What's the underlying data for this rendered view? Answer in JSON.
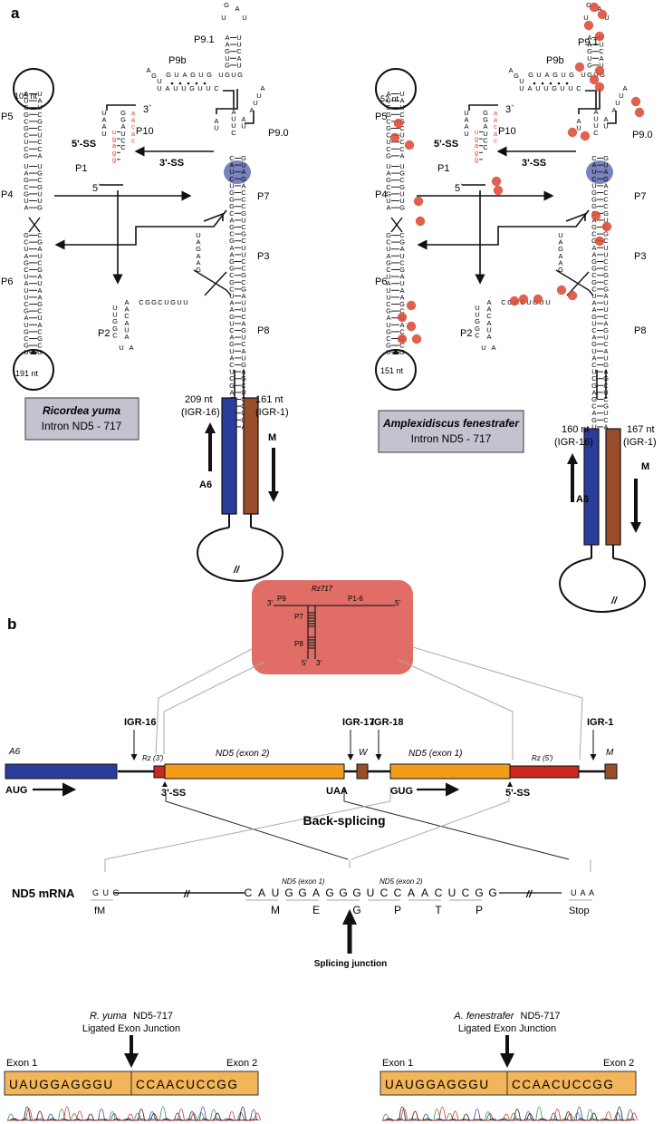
{
  "panel_a": {
    "letter": "a",
    "left": {
      "species": "Ricordea yuma",
      "intron": "Intron ND5 - 717",
      "loop_top": "105 nt",
      "loop_bottom": "191 nt",
      "igr16": "209 nt",
      "igr16_name": "(IGR-16)",
      "igr1": "161 nt",
      "igr1_name": "(IGR-1)"
    },
    "right": {
      "species": "Amplexidiscus fenestrafer",
      "intron": "Intron ND5 - 717",
      "loop_top": "52 nt",
      "loop_bottom": "151 nt",
      "igr16": "160 nt",
      "igr16_name": "(IGR-16)",
      "igr1": "167 nt",
      "igr1_name": "(IGR-1)"
    },
    "helices": {
      "p5": "P5",
      "p4": "P4",
      "p6": "P6",
      "p1": "P1",
      "p10": "P10",
      "p2": "P2",
      "p3": "P3",
      "p7": "P7",
      "p8": "P8",
      "p9_0": "P9.0",
      "p9_1": "P9.1",
      "p9b": "P9b"
    },
    "ss5": "5'-SS",
    "ss3": "3'-SS",
    "end3": "3`",
    "end5": "5`",
    "gene_a6": "A6",
    "gene_m": "M",
    "break_mark": "//"
  },
  "panel_b": {
    "letter": "b",
    "rz": {
      "title": "Rz717",
      "p9": "P9",
      "p16": "P1-6",
      "p7": "P7",
      "p8": "P8",
      "end3_left": "3'",
      "end5_right": "5'",
      "end5_bottom": "5'",
      "end3_bottom": "3'"
    },
    "genome": {
      "a6": "A6",
      "igr16": "IGR-16",
      "rz3": "Rz (3')",
      "nd5_exon2": "ND5 (exon 2)",
      "igr17": "IGR-17",
      "igr18": "IGR-18",
      "w": "W",
      "nd5_exon1": "ND5 (exon 1)",
      "rz5": "Rz (5')",
      "igr1": "IGR-1",
      "m": "M",
      "aug": "AUG",
      "ss3": "3'-SS",
      "uaa": "UAA",
      "gug": "GUG",
      "ss5": "5'-SS"
    },
    "back_splicing": "Back-splicing",
    "mrna": {
      "label": "ND5 mRNA",
      "start_codon": "G U G",
      "fm": "fM",
      "break_mark": "//",
      "exon1_label": "ND5 (exon 1)",
      "exon2_label": "ND5 (exon 2)",
      "seq": [
        "C",
        "A",
        "U",
        "G",
        "G",
        "A",
        "G",
        "G",
        "G",
        "U",
        "C",
        "C",
        "A",
        "A",
        "C",
        "U",
        "C",
        "G",
        "G"
      ],
      "codons_aa": [
        "M",
        "E",
        "G",
        "P",
        "T",
        "P"
      ],
      "stop_codon": "U A A",
      "stop": "Stop",
      "junction": "Splicing junction"
    }
  },
  "panel_c": {
    "left": {
      "species": "R. yuma",
      "construct": "ND5-717",
      "subtitle": "Ligated Exon Junction",
      "exon1_label": "Exon 1",
      "exon2_label": "Exon 2",
      "exon1_seq": "UAUGGAGGGU",
      "exon2_seq": "CCAACUCCGG"
    },
    "right": {
      "species": "A. fenestrafer",
      "construct": "ND5-717",
      "subtitle": "Ligated Exon Junction",
      "exon1_label": "Exon 1",
      "exon2_label": "Exon 2",
      "exon1_seq": "UAUGGAGGGU",
      "exon2_seq": "CCAACUCCGG"
    }
  },
  "colors": {
    "a6_blue": "#2a3d9a",
    "m_brown": "#9a4d2b",
    "nd5_orange": "#f39c1a",
    "rz_red": "#c8281f",
    "rz_box": "#e06e66",
    "species_box": "#c2c3cf",
    "exon_box": "#f2b55a",
    "mutation_red": "#d9452f",
    "gc_blue": "#4e5aa8"
  }
}
